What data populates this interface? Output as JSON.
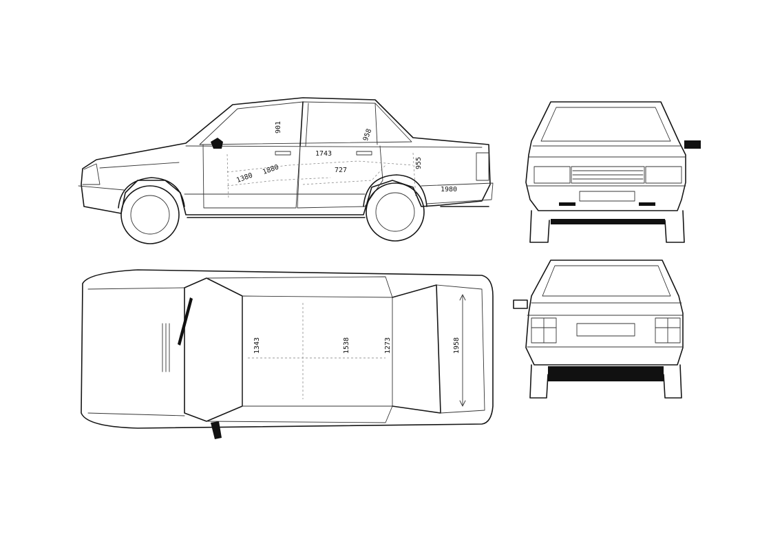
{
  "views": {
    "side": {
      "dimensions": [
        "901",
        "1743",
        "727",
        "958",
        "955",
        "1980",
        "1380",
        "1880"
      ]
    },
    "top": {
      "dimensions": [
        "1343",
        "1538",
        "1273",
        "1958"
      ]
    },
    "front": {},
    "rear": {}
  }
}
